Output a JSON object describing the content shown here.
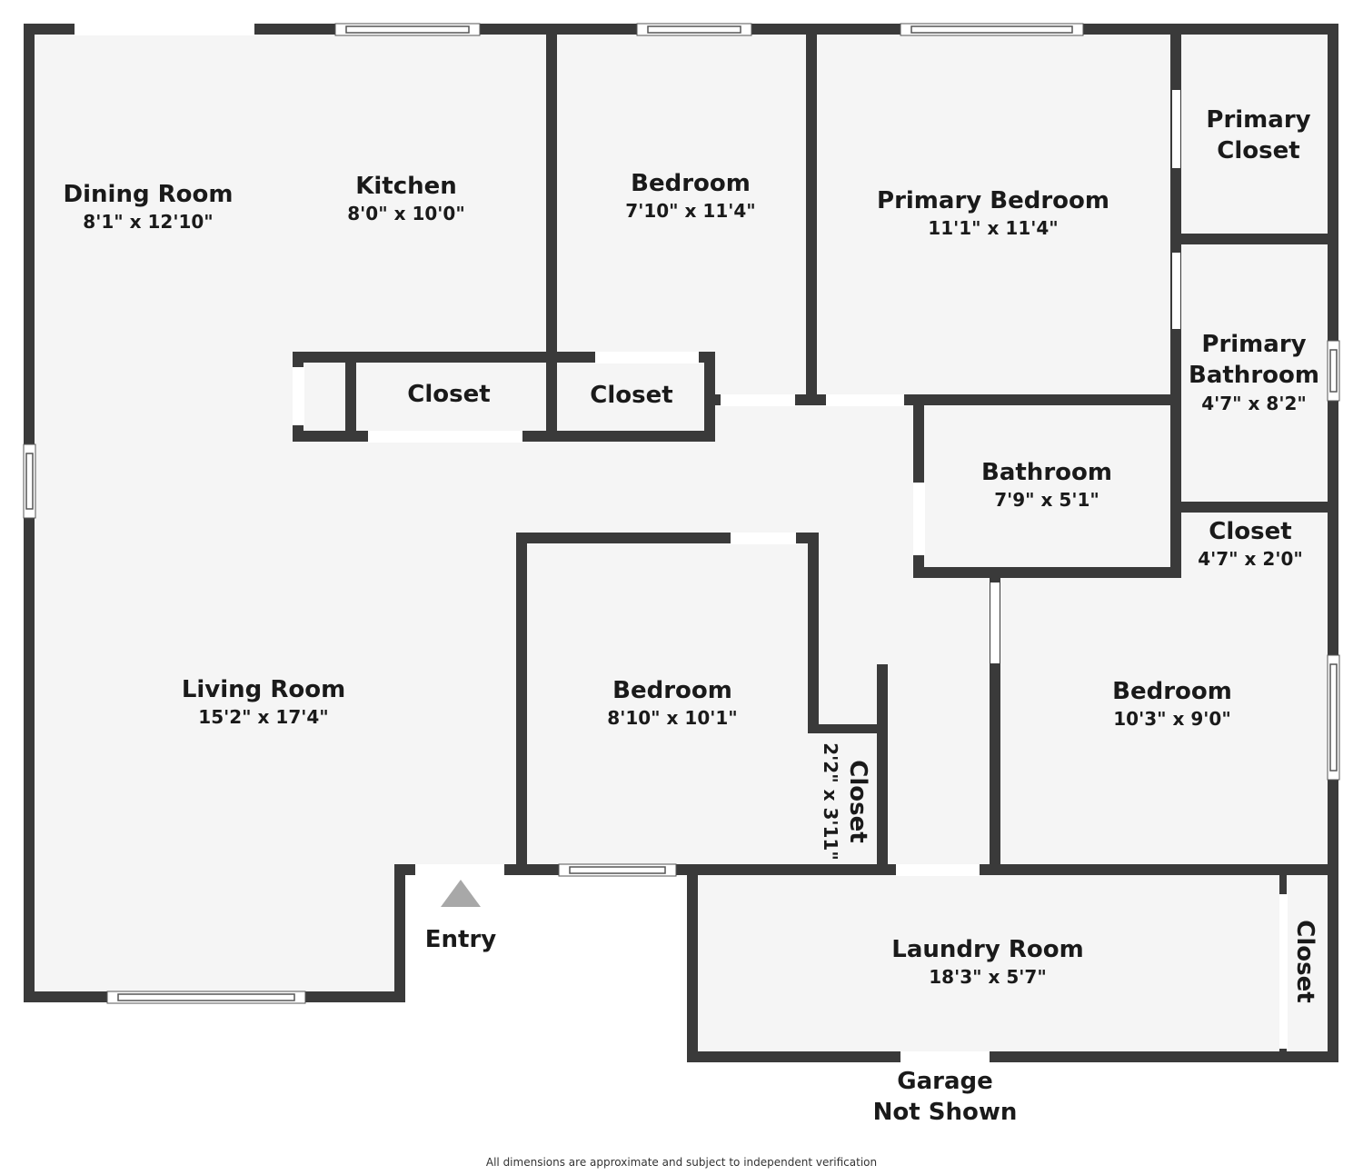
{
  "colors": {
    "wall": "#3a3a3a",
    "floor": "#f5f5f5",
    "opening": "#ffffff",
    "window_line": "#555555",
    "entry_marker": "#a8a8a8"
  },
  "rooms": {
    "dining_room": {
      "name": "Dining Room",
      "dims": "8'1\" x 12'10\""
    },
    "kitchen": {
      "name": "Kitchen",
      "dims": "8'0\" x 10'0\""
    },
    "bedroom_north": {
      "name": "Bedroom",
      "dims": "7'10\" x 11'4\""
    },
    "primary_bedroom": {
      "name": "Primary Bedroom",
      "dims": "11'1\" x 11'4\""
    },
    "primary_closet": {
      "name_line1": "Primary",
      "name_line2": "Closet"
    },
    "primary_bathroom": {
      "name_line1": "Primary",
      "name_line2": "Bathroom",
      "dims": "4'7\" x 8'2\""
    },
    "closet_left": {
      "name": "Closet"
    },
    "closet_middle": {
      "name": "Closet"
    },
    "bathroom": {
      "name": "Bathroom",
      "dims": "7'9\" x 5'1\""
    },
    "closet_east": {
      "name": "Closet",
      "dims": "4'7\" x 2'0\""
    },
    "living_room": {
      "name": "Living Room",
      "dims": "15'2\" x 17'4\""
    },
    "bedroom_middle": {
      "name": "Bedroom",
      "dims": "8'10\" x 10'1\""
    },
    "closet_vertical": {
      "name": "Closet",
      "dims": "2'2\" x 3'11\""
    },
    "bedroom_east": {
      "name": "Bedroom",
      "dims": "10'3\" x 9'0\""
    },
    "laundry_room": {
      "name": "Laundry Room",
      "dims": "18'3\" x 5'7\""
    },
    "closet_laundry": {
      "name": "Closet"
    }
  },
  "entry": {
    "label": "Entry"
  },
  "garage": {
    "line1": "Garage",
    "line2": "Not Shown"
  },
  "disclaimer": "All dimensions are approximate and subject to independent verification"
}
